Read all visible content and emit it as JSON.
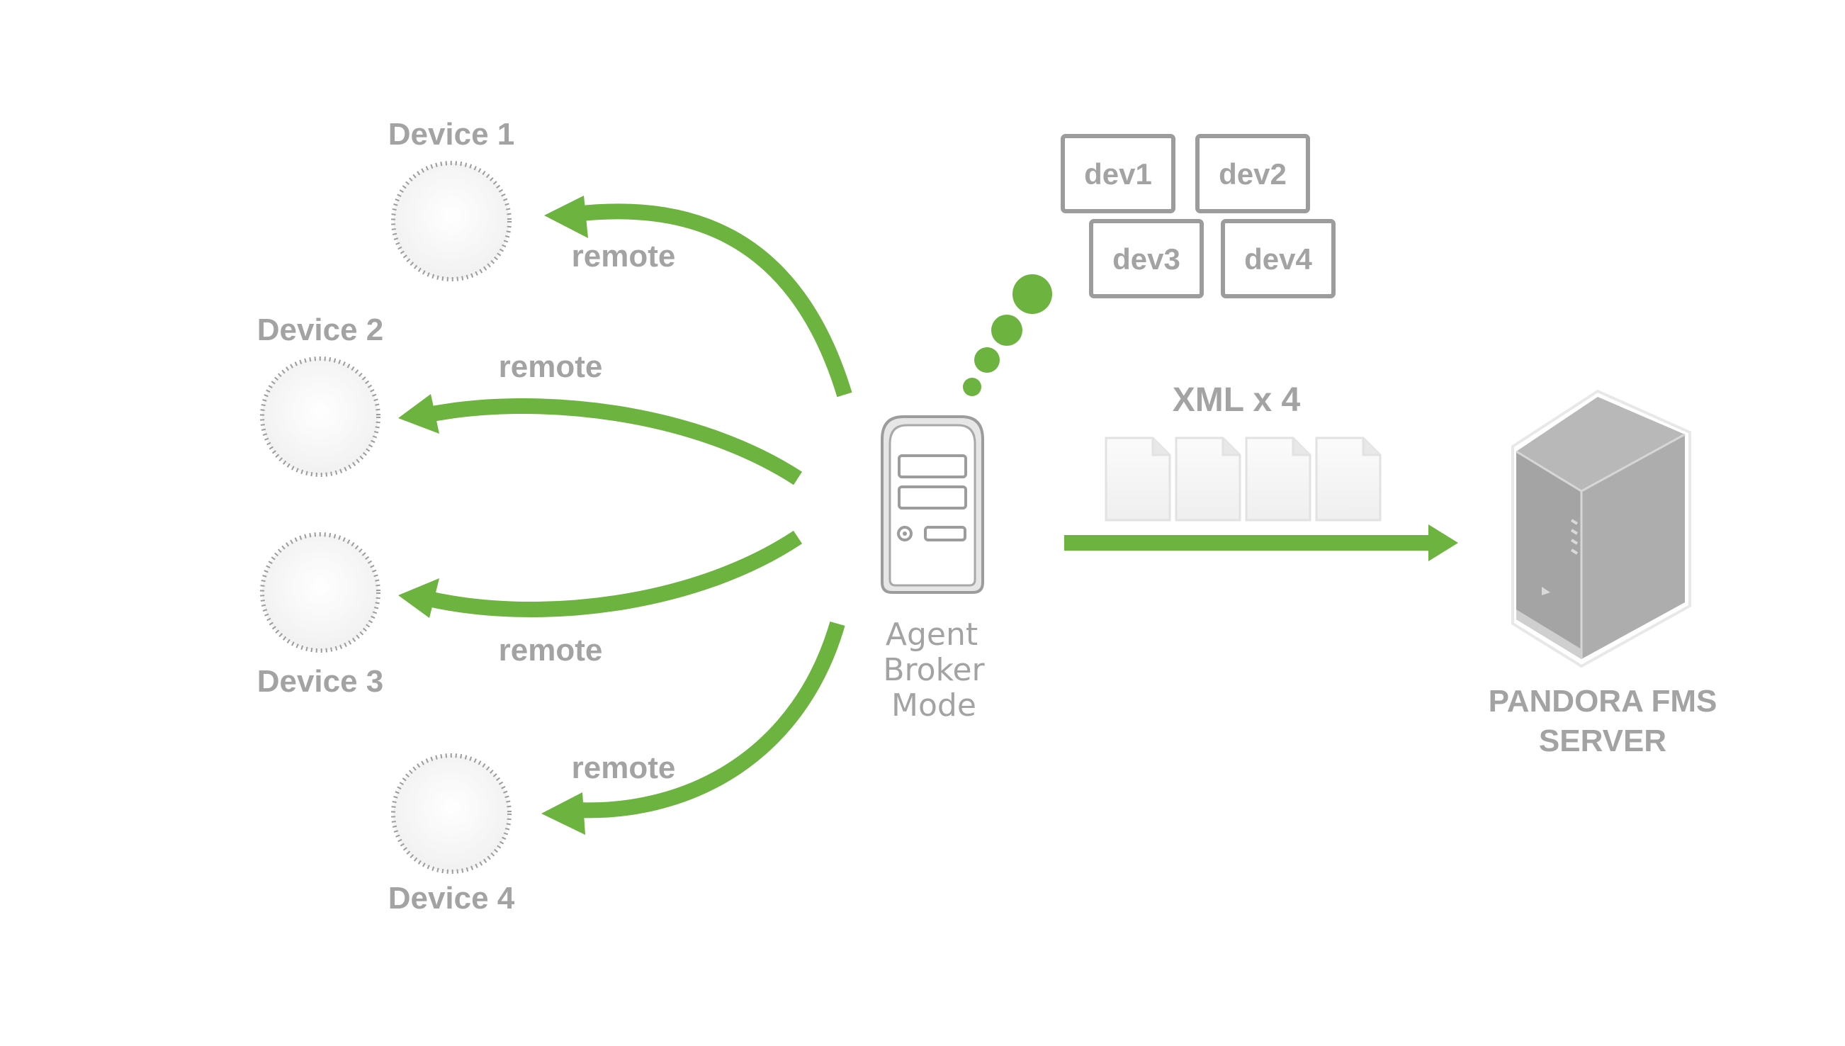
{
  "devices": [
    {
      "label": "Device 1",
      "arrow_label": "remote"
    },
    {
      "label": "Device 2",
      "arrow_label": "remote"
    },
    {
      "label": "Device 3",
      "arrow_label": "remote"
    },
    {
      "label": "Device 4",
      "arrow_label": "remote"
    }
  ],
  "agent": {
    "line1": "Agent",
    "line2": "Broker",
    "line3": "Mode"
  },
  "dev_boxes": [
    "dev1",
    "dev2",
    "dev3",
    "dev4"
  ],
  "xml_label": "XML x 4",
  "server": {
    "line1": "PANDORA FMS",
    "line2": "SERVER"
  },
  "colors": {
    "arrow": "#6db33f",
    "text": "#a3a3a3",
    "box_border": "#9c9c9c",
    "server": "#a8a8a8"
  }
}
